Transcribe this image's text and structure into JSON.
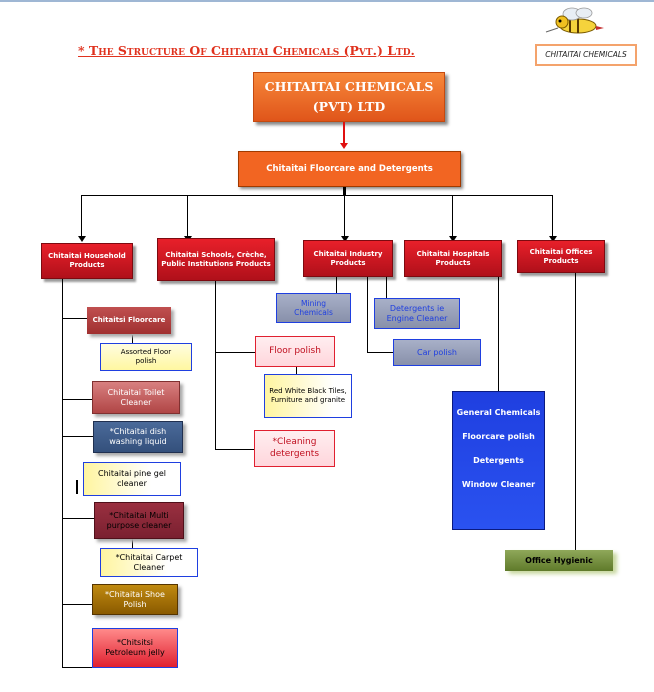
{
  "title": "* The Structure Of Chitaitai Chemicals (Pvt.) Ltd.",
  "side_label": "CHITAITAI CHEMICALS",
  "root": [
    "CHITAITAI CHEMICALS",
    "(PVT) LTD"
  ],
  "division": "Chitaitai Floorcare and Detergents",
  "categories": {
    "household": "Chitaitai Household Products",
    "schools": "Chitaitai Schools, Crèche, Public Institutions Products",
    "industry": "Chitaitai Industry Products",
    "hospitals": "Chitaitai Hospitals Products",
    "offices": "Chitaitai Offices Products"
  },
  "household_items": {
    "floorcare": "Chitaitsi Floorcare",
    "assorted": "Assorted Floor polish",
    "toilet": "Chitaitai Toilet Cleaner",
    "dish": "*Chitaitai dish washing liquid",
    "pine": "Chitaitai pine gel cleaner",
    "multi": "*Chitaitai Multi purpose cleaner",
    "carpet": "*Chitaitai Carpet Cleaner",
    "shoe": "*Chitaitai Shoe Polish",
    "jelly": "*Chitsitsi Petroleum jelly"
  },
  "schools_items": {
    "floor_polish": "Floor polish",
    "tiles": "Red White Black Tiles, Furniture and granite",
    "cleaning": "*Cleaning detergents"
  },
  "industry_items": {
    "mining": "Mining Chemicals",
    "detergents": "Detergents ie Engine Cleaner",
    "car": "Car polish"
  },
  "hospital_items": [
    "General Chemicals",
    "Floorcare polish",
    "Detergents",
    "Window Cleaner"
  ],
  "office_items": {
    "hygienic": "Office Hygienic"
  },
  "colors": {
    "orange": "#f26522",
    "red": "#d0141e",
    "blue": "#1f3fe0"
  }
}
